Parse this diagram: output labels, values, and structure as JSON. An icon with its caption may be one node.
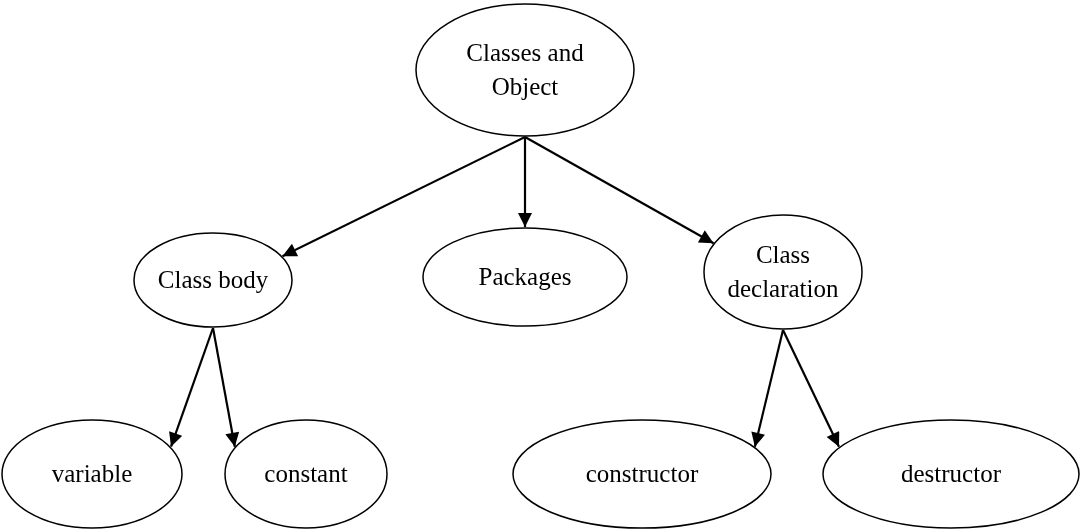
{
  "diagram": {
    "nodes": [
      {
        "text": [
          "Classes and Object"
        ]
      },
      {
        "text": [
          "Class body"
        ]
      },
      {
        "text": [
          "Packages"
        ]
      },
      {
        "text": [
          "Class declaration"
        ]
      },
      {
        "text": [
          "variable"
        ]
      },
      {
        "text": [
          "constant"
        ]
      },
      {
        "text": [
          "constructor"
        ]
      },
      {
        "text": [
          "destructor"
        ]
      }
    ],
    "edges": [
      {
        "from": 0,
        "to": 1,
        "arrow": "to"
      },
      {
        "from": 0,
        "to": 2,
        "arrow": "to"
      },
      {
        "from": 0,
        "to": 3,
        "arrow": "to"
      },
      {
        "from": 1,
        "to": 4,
        "arrow": "to"
      },
      {
        "from": 1,
        "to": 5,
        "arrow": "to"
      },
      {
        "from": 3,
        "to": 6,
        "arrow": "to"
      },
      {
        "from": 3,
        "to": 7,
        "arrow": "to"
      }
    ]
  }
}
